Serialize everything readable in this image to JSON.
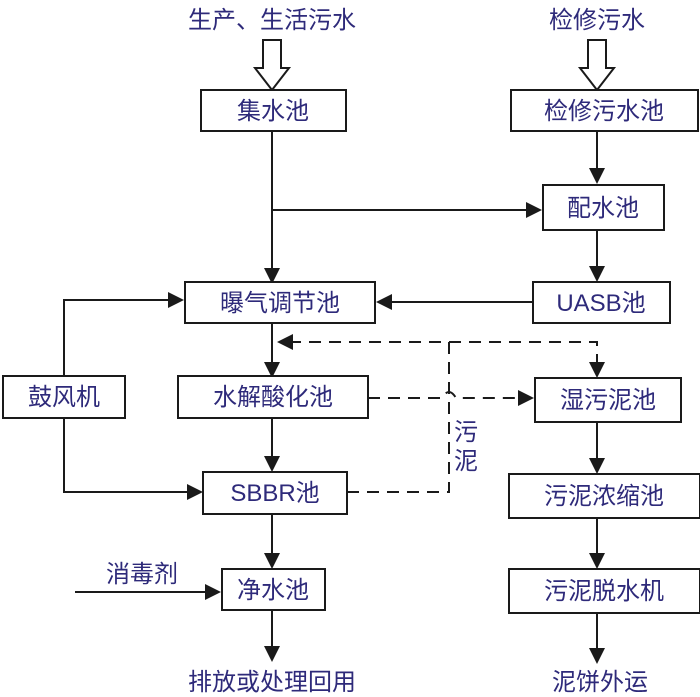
{
  "inputs": {
    "domestic_sewage": "生产、生活污水",
    "maintenance_sewage": "检修污水",
    "disinfectant": "消毒剂"
  },
  "boxes": {
    "collection_tank": "集水池",
    "maintenance_sewage_tank": "检修污水池",
    "mixing_tank": "配水池",
    "aeration_tank": "曝气调节池",
    "uasb_tank": "UASB池",
    "blower": "鼓风机",
    "hydrolysis_tank": "水解酸化池",
    "wet_sludge_tank": "湿污泥池",
    "sbbr_tank": "SBBR池",
    "sludge_thickener": "污泥浓缩池",
    "clean_water_tank": "净水池",
    "sludge_dewatering": "污泥脱水机"
  },
  "labels": {
    "sludge_line_1": "污",
    "sludge_line_2": "泥"
  },
  "outputs": {
    "discharge": "排放或处理回用",
    "sludge_cake": "泥饼外运"
  }
}
